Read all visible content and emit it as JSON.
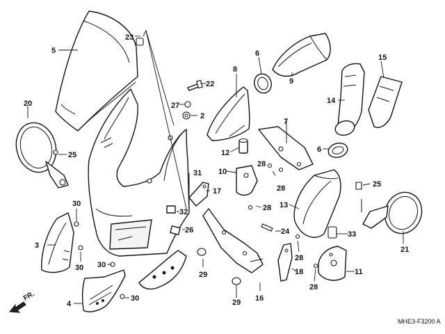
{
  "diagram": {
    "code": "MHE3-F3200 A",
    "direction_label": "FR.",
    "callouts": {
      "c2": "2",
      "c3": "3",
      "c4": "4",
      "c5": "5",
      "c6a": "6",
      "c6b": "6",
      "c7": "7",
      "c8": "8",
      "c9": "9",
      "c10": "10",
      "c11": "11",
      "c12": "12",
      "c13": "13",
      "c14": "14",
      "c15": "15",
      "c16": "16",
      "c17": "17",
      "c18": "18",
      "c20": "20",
      "c21": "21",
      "c22": "22",
      "c23": "23",
      "c24": "24",
      "c25a": "25",
      "c25b": "25",
      "c26": "26",
      "c27": "27",
      "c28a": "28",
      "c28b": "28",
      "c28c": "28",
      "c28d": "28",
      "c28e": "28",
      "c29a": "29",
      "c29b": "29",
      "c30a": "30",
      "c30b": "30",
      "c30c": "30",
      "c30d": "30",
      "c31": "31",
      "c32": "32",
      "c33": "33"
    }
  }
}
